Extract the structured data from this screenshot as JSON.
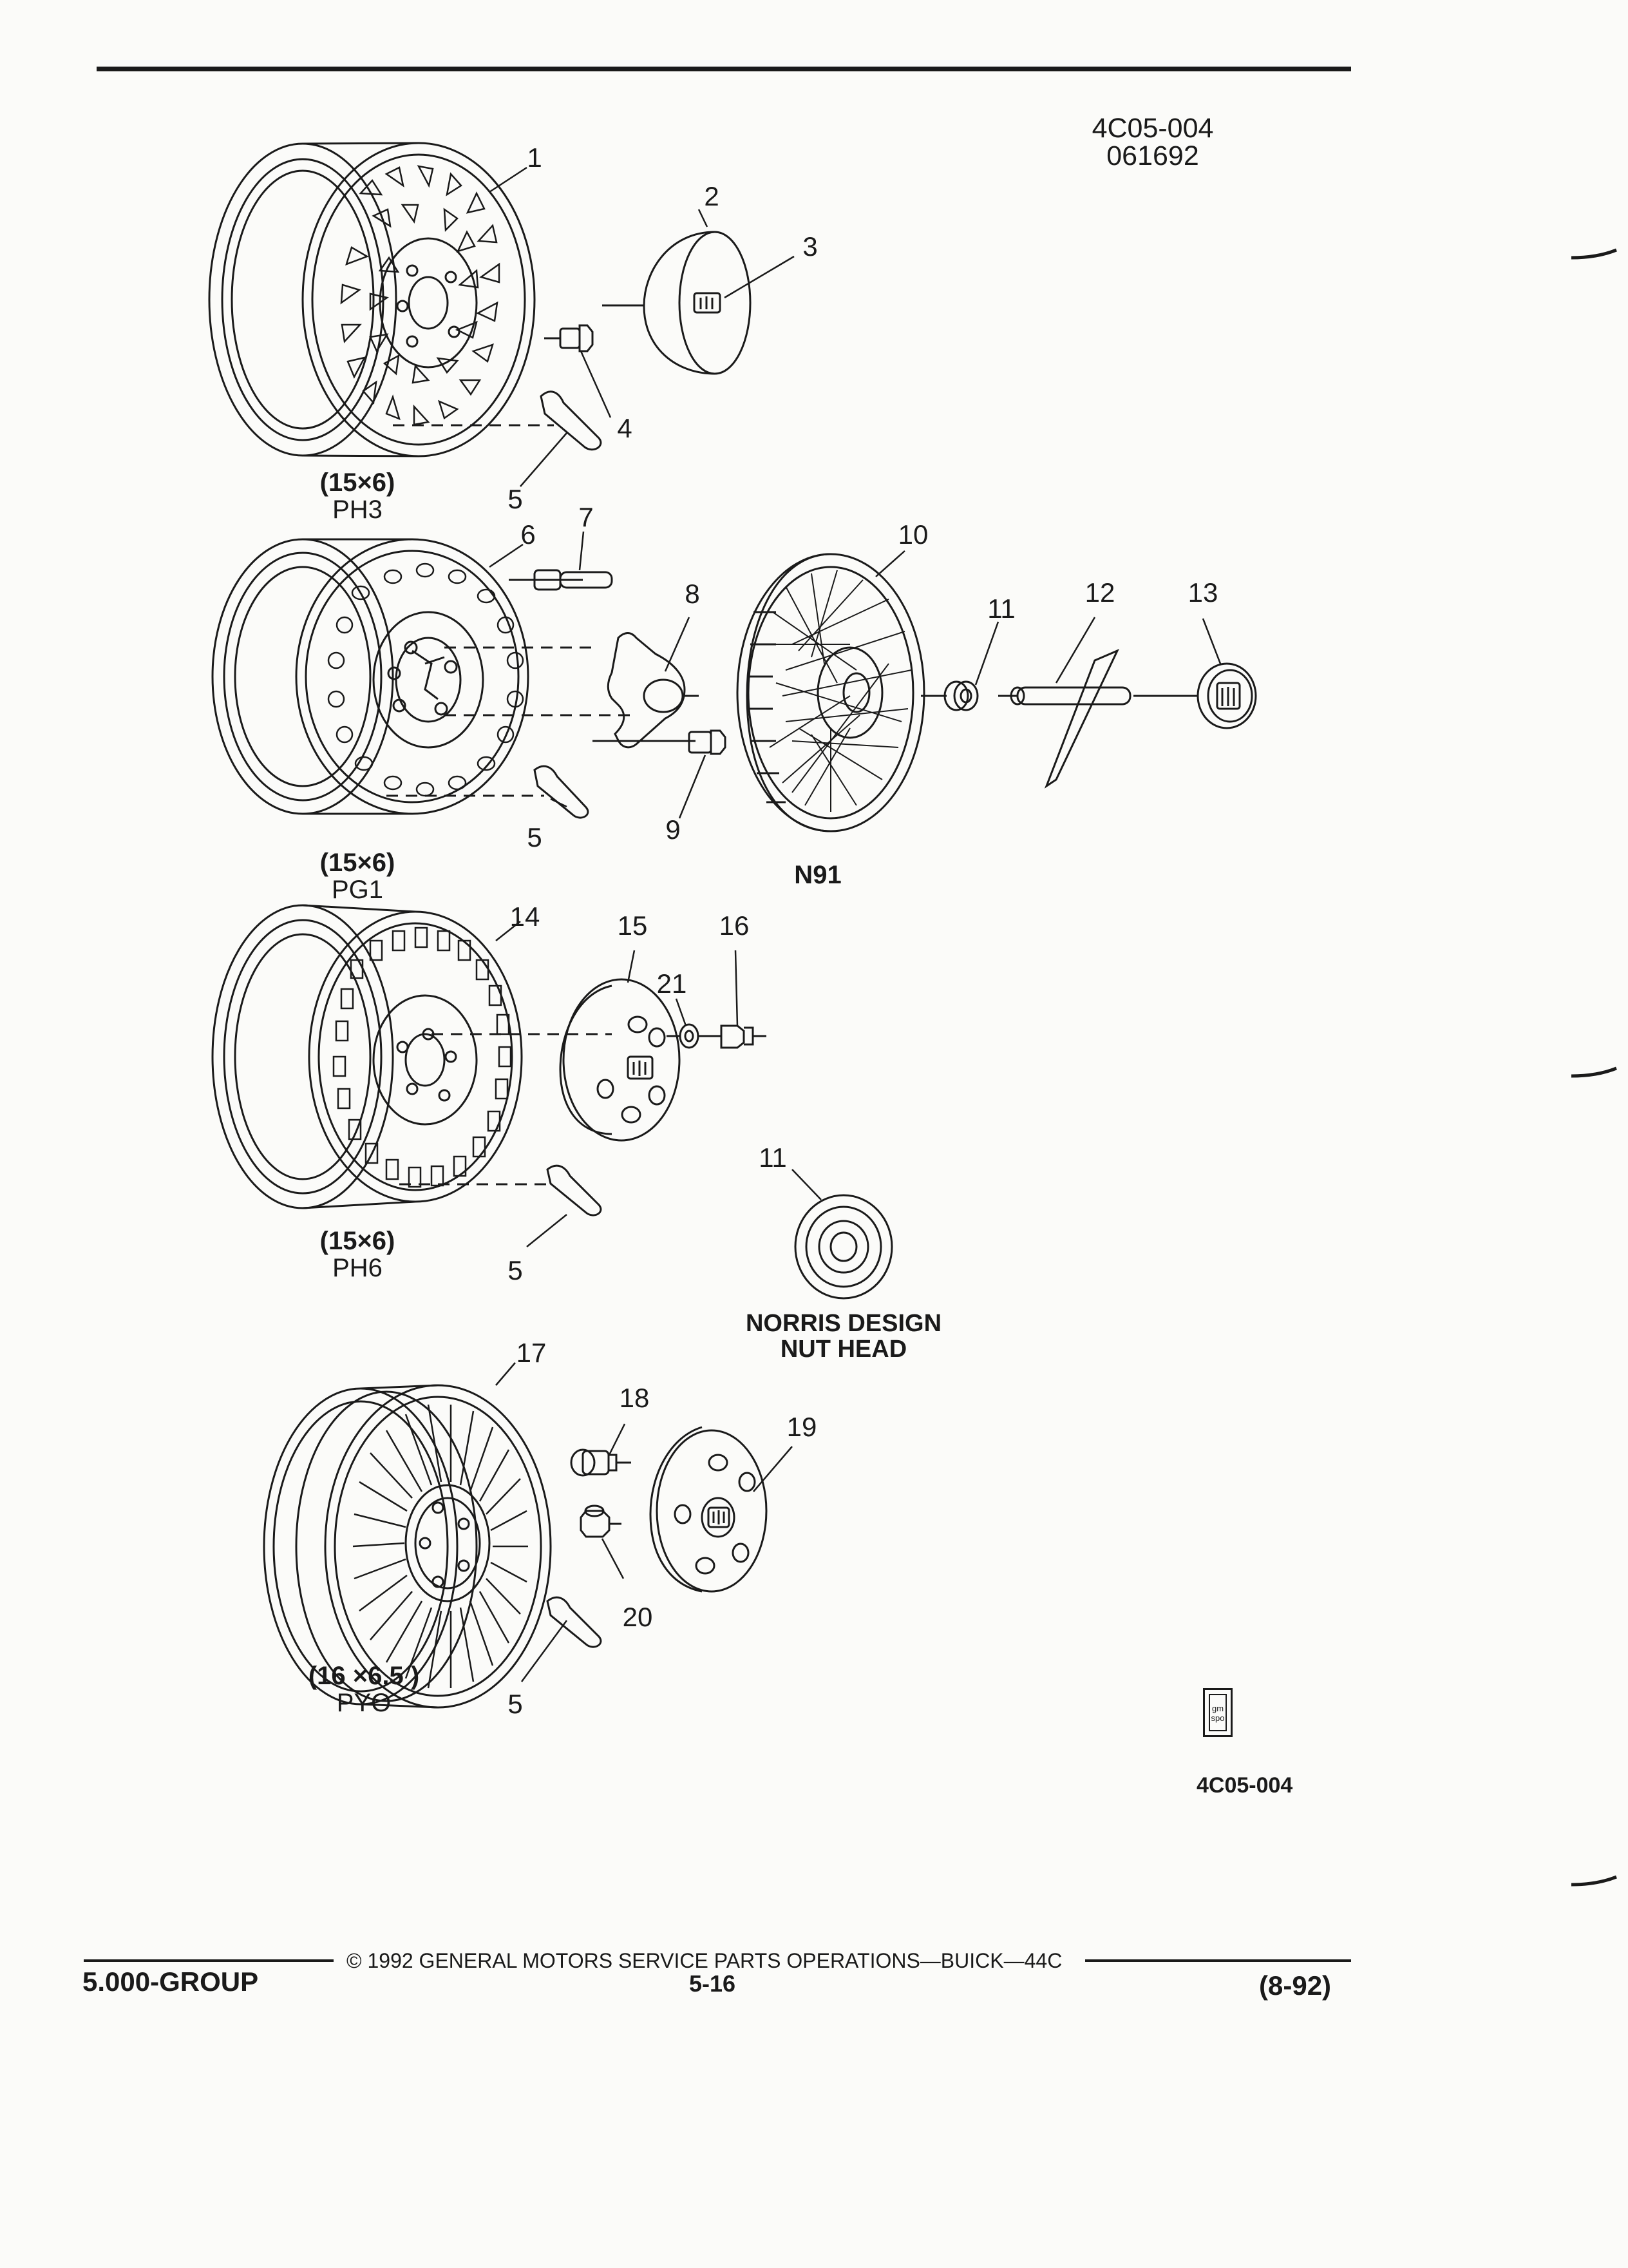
{
  "header": {
    "illustration_code": "4C05-004",
    "date_code": "061692"
  },
  "callouts": [
    {
      "id": "c1",
      "text": "1"
    },
    {
      "id": "c2",
      "text": "2"
    },
    {
      "id": "c3",
      "text": "3"
    },
    {
      "id": "c4",
      "text": "4"
    },
    {
      "id": "c5a",
      "text": "5"
    },
    {
      "id": "c6",
      "text": "6"
    },
    {
      "id": "c7",
      "text": "7"
    },
    {
      "id": "c8",
      "text": "8"
    },
    {
      "id": "c9",
      "text": "9"
    },
    {
      "id": "c5b",
      "text": "5"
    },
    {
      "id": "c10",
      "text": "10"
    },
    {
      "id": "c11a",
      "text": "11"
    },
    {
      "id": "c12",
      "text": "12"
    },
    {
      "id": "c13",
      "text": "13"
    },
    {
      "id": "c14",
      "text": "14"
    },
    {
      "id": "c15",
      "text": "15"
    },
    {
      "id": "c16",
      "text": "16"
    },
    {
      "id": "c21",
      "text": "21"
    },
    {
      "id": "c5c",
      "text": "5"
    },
    {
      "id": "c11b",
      "text": "11"
    },
    {
      "id": "c17",
      "text": "17"
    },
    {
      "id": "c18",
      "text": "18"
    },
    {
      "id": "c19",
      "text": "19"
    },
    {
      "id": "c20",
      "text": "20"
    },
    {
      "id": "c5d",
      "text": "5"
    }
  ],
  "wheel_labels": {
    "ph3": {
      "size": "(15×6)",
      "code": "PH3"
    },
    "pg1": {
      "size": "(15×6)",
      "code": "PG1"
    },
    "ph6": {
      "size": "(15×6)",
      "code": "PH6"
    },
    "pyo": {
      "size": "(16 ×6.5 )",
      "code": "PYO"
    }
  },
  "option_labels": {
    "n91": "N91",
    "norris_line1": "NORRIS DESIGN",
    "norris_line2": "NUT HEAD"
  },
  "logo": {
    "text_top": "gm",
    "text_bottom": "spo"
  },
  "bottom_code": "4C05-004",
  "footer": {
    "copyright": "© 1992  GENERAL MOTORS SERVICE PARTS OPERATIONS—BUICK—44C",
    "group": "5.000-GROUP",
    "page": "5-16",
    "revision": "(8-92)"
  }
}
